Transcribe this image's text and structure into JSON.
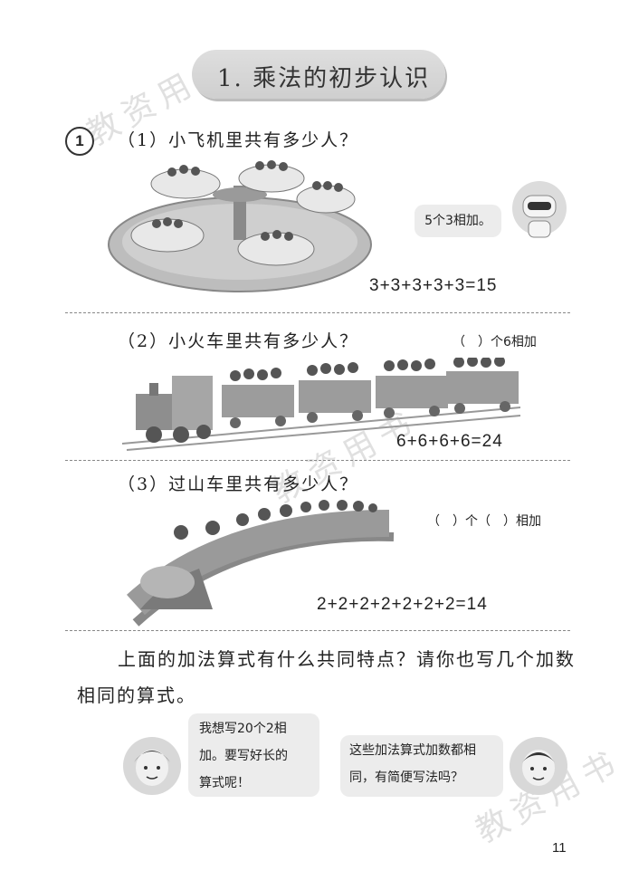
{
  "header": {
    "title": "1. 乘法的初步认识"
  },
  "watermark": {
    "text": "教资用书"
  },
  "exercise": {
    "number": "1"
  },
  "part1": {
    "question": "（1）小飞机里共有多少人？",
    "robot_bubble": "5个3相加。",
    "equation": "3+3+3+3+3=15"
  },
  "part2": {
    "question": "（2）小火车里共有多少人？",
    "hint": "（　）个6相加",
    "equation": "6+6+6+6=24"
  },
  "part3": {
    "question": "（3）过山车里共有多少人？",
    "hint": "（　）个（　）相加",
    "equation": "2+2+2+2+2+2+2=14"
  },
  "summary": {
    "line1": "上面的加法算式有什么共同特点？请你也写几个加数",
    "line2": "相同的算式。"
  },
  "girl": {
    "bubble_lines": [
      "我想写20个2相",
      "加。要写好长的",
      "算式呢！"
    ]
  },
  "boy": {
    "bubble_lines": [
      "这些加法算式加数都相",
      "同，有简便写法吗？"
    ]
  },
  "footer": {
    "page_number": "11"
  },
  "colors": {
    "pill": "#d6d6d6",
    "bubble": "#ececec",
    "watermark": "#e0e0e0",
    "ink": "#222222"
  }
}
